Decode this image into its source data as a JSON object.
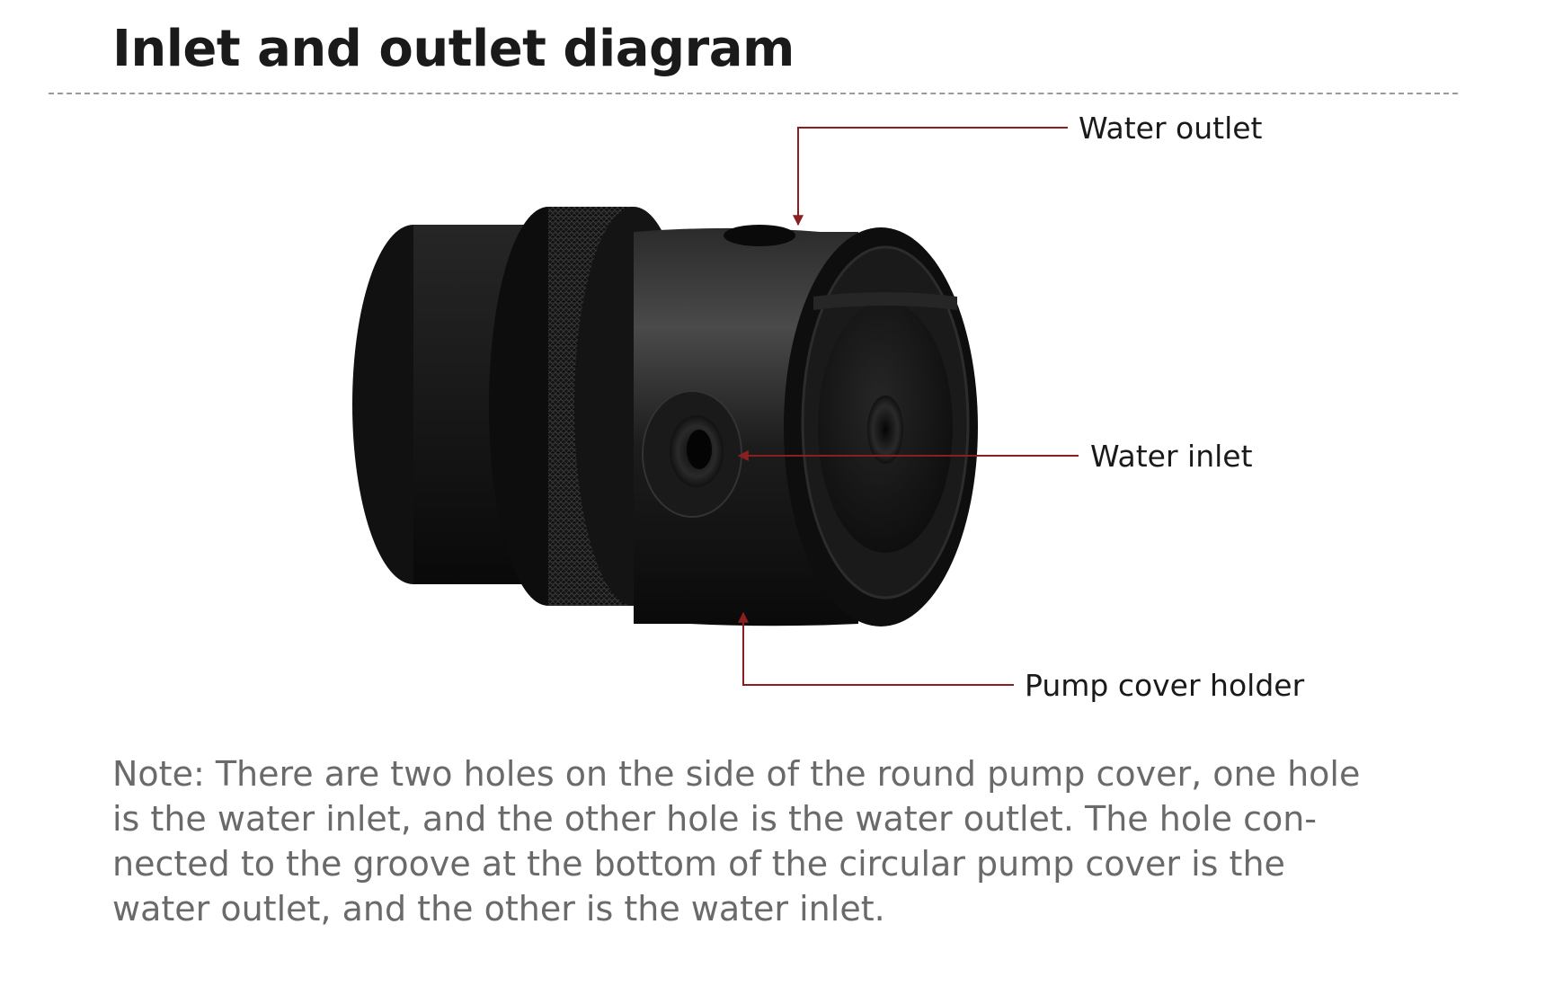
{
  "page": {
    "title": "Inlet and outlet diagram"
  },
  "callouts": {
    "water_outlet": "Water outlet",
    "water_inlet": "Water inlet",
    "pump_cover_holder": "Pump cover holder"
  },
  "note": {
    "lines": [
      "Note: There are two holes on the side of the round pump cover, one hole",
      "is the water inlet, and the other hole is the water outlet. The hole con-",
      "nected to the groove at the bottom of the circular pump cover is the",
      "water outlet, and the other is the water inlet."
    ]
  },
  "colors": {
    "leader_line": "#8b1f1f",
    "title_text": "#1a1a1a",
    "note_text": "#6a6a6a"
  }
}
